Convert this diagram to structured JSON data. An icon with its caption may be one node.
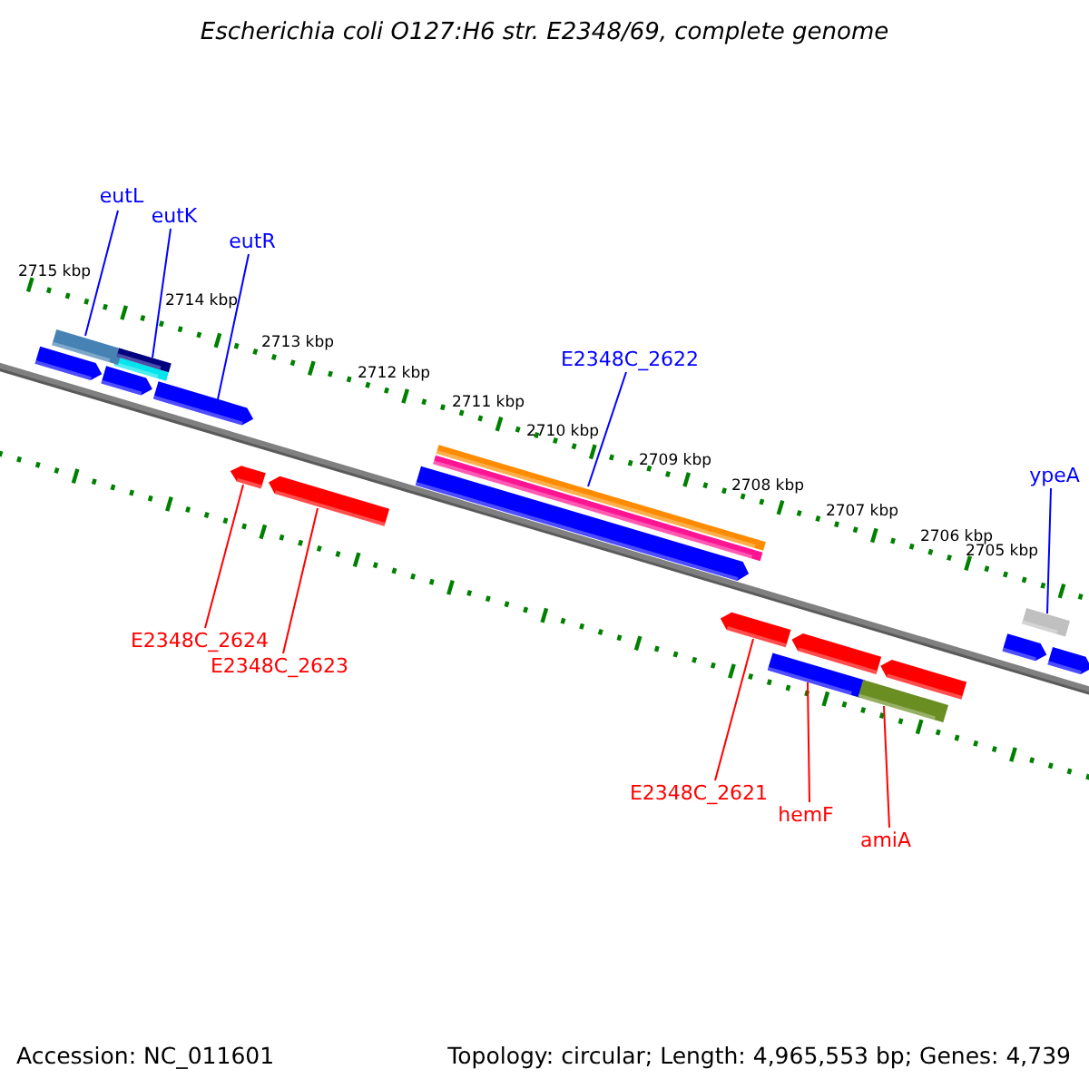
{
  "diagram": {
    "title": "Escherichia coli O127:H6 str. E2348/69, complete genome",
    "nodes": [
      {
        "text": [
          "eutL"
        ]
      },
      {
        "text": [
          "eutK"
        ]
      },
      {
        "text": [
          "eutR"
        ]
      },
      {
        "text": [
          "E2348C_2622"
        ]
      },
      {
        "text": [
          "ypeA"
        ]
      },
      {
        "text": [
          "E2348C_2624"
        ]
      },
      {
        "text": [
          "E2348C_2623"
        ]
      },
      {
        "text": [
          "E2348C_2621"
        ]
      },
      {
        "text": [
          "hemF"
        ]
      },
      {
        "text": [
          "amiA"
        ]
      },
      {
        "text": [],
        "shape": "bar"
      },
      {
        "text": [],
        "shape": "bar"
      },
      {
        "text": [],
        "shape": "bar"
      },
      {
        "text": [],
        "shape": "bar"
      },
      {
        "text": [],
        "shape": "bar"
      },
      {
        "text": [],
        "shape": "bar"
      },
      {
        "text": [],
        "shape": "bar"
      },
      {
        "text": [],
        "shape": "bar"
      },
      {
        "text": [],
        "shape": "bar"
      },
      {
        "text": [],
        "shape": "bar"
      }
    ],
    "edges": [
      {
        "from": 0,
        "to": 10,
        "arrow": "none"
      },
      {
        "from": 1,
        "to": 11,
        "arrow": "none"
      },
      {
        "from": 2,
        "to": 12,
        "arrow": "none"
      },
      {
        "from": 3,
        "to": 13,
        "arrow": "none"
      },
      {
        "from": 4,
        "to": 14,
        "arrow": "none"
      },
      {
        "from": 5,
        "to": 15,
        "arrow": "none",
        "color": "#ff0000"
      },
      {
        "from": 6,
        "to": 16,
        "arrow": "none",
        "color": "#ff0000"
      },
      {
        "from": 7,
        "to": 17,
        "arrow": "none",
        "color": "#ff0000"
      },
      {
        "from": 8,
        "to": 18,
        "arrow": "none",
        "color": "#ff0000"
      },
      {
        "from": 9,
        "to": 19,
        "arrow": "none",
        "color": "#ff0000"
      }
    ],
    "labels": [
      "2715 kbp",
      "2714 kbp",
      "2713 kbp",
      "2712 kbp",
      "2711 kbp",
      "2710 kbp",
      "2709 kbp",
      "2708 kbp",
      "2707 kbp",
      "2706 kbp",
      "2705 kbp",
      "Accession: NC_011601",
      "Topology: circular; Length: 4,965,553 bp; Genes: 4,739"
    ]
  }
}
